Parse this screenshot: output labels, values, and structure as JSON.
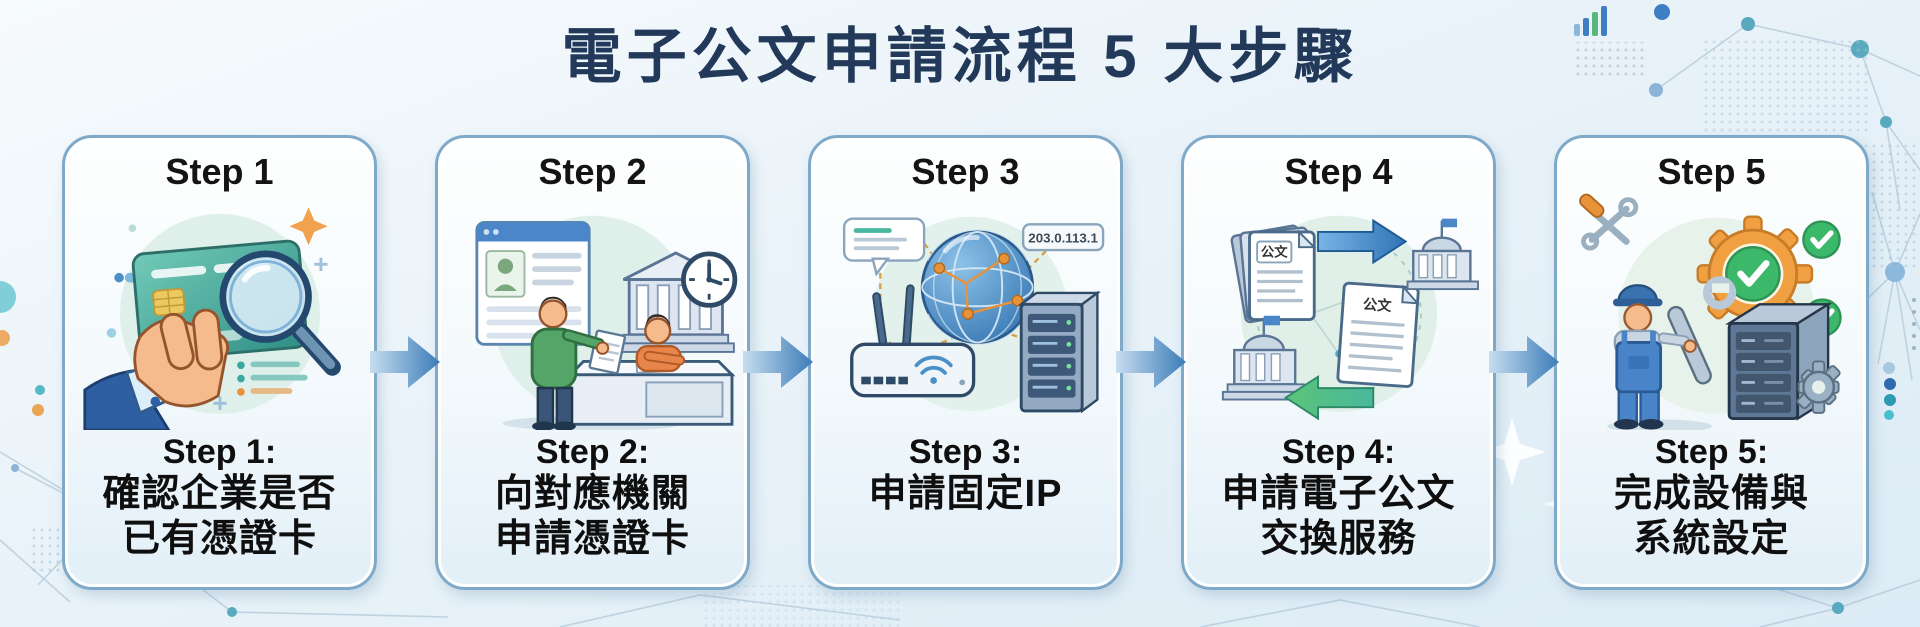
{
  "title": "電子公文申請流程 5 大步驟",
  "steps": [
    {
      "header": "Step 1",
      "label": "Step 1:",
      "lines": [
        "確認企業是否",
        "已有憑證卡"
      ]
    },
    {
      "header": "Step 2",
      "label": "Step 2:",
      "lines": [
        "向對應機關",
        "申請憑證卡"
      ]
    },
    {
      "header": "Step 3",
      "label": "Step 3:",
      "lines": [
        "申請固定IP"
      ]
    },
    {
      "header": "Step 4",
      "label": "Step 4:",
      "lines": [
        "申請電子公文",
        "交換服務"
      ]
    },
    {
      "header": "Step 5",
      "label": "Step 5:",
      "lines": [
        "完成設備與",
        "系統設定"
      ]
    }
  ],
  "illustrations": {
    "ip_address_label": "203.0.113.1",
    "document_label": "公文"
  },
  "colors": {
    "background": "#eaf3f9",
    "card_border": "#7fa9c9",
    "title": "#22395a",
    "text": "#0f0f0f",
    "arrow_blue": "#3b7cb8",
    "gear_orange": "#f0a040",
    "check_green": "#3cb86a",
    "credit_card_teal": "#45a89a"
  }
}
